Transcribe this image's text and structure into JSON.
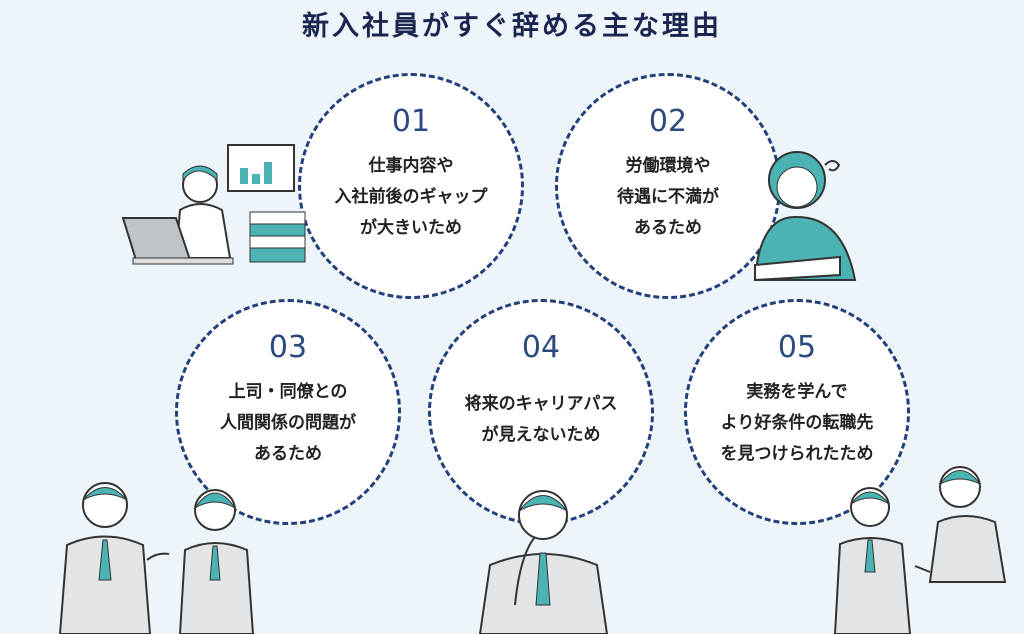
{
  "title": "新入社員がすぐ辞める主な理由",
  "colors": {
    "background": "#eef5fa",
    "title": "#1b2550",
    "dash": "#23407a",
    "accent": "#4bb3b3"
  },
  "reasons": [
    {
      "num": "01",
      "text": "仕事内容や\n入社前後のギャップ\nが大きいため"
    },
    {
      "num": "02",
      "text": "労働環境や\n待遇に不満が\nあるため"
    },
    {
      "num": "03",
      "text": "上司・同僚との\n人間関係の問題が\nあるため"
    },
    {
      "num": "04",
      "text": "将来のキャリアパス\nが見えないため"
    },
    {
      "num": "05",
      "text": "実務を学んで\nより好条件の転職先\nを見つけられたため"
    }
  ]
}
